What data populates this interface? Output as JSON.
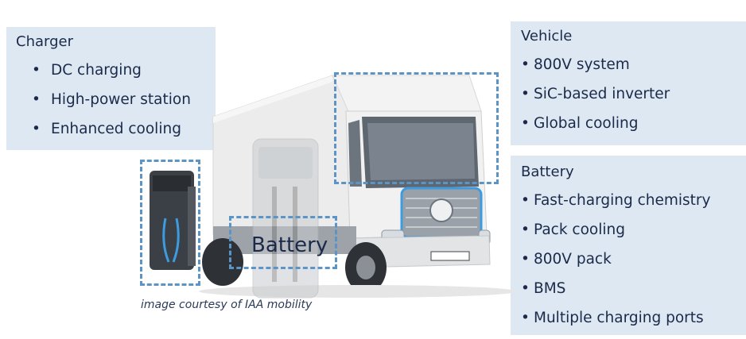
{
  "charger": {
    "title": "Charger",
    "items": [
      "DC charging",
      "High-power station",
      "Enhanced cooling"
    ]
  },
  "vehicle": {
    "title": "Vehicle",
    "items": [
      "800V system",
      "SiC-based inverter",
      "Global cooling"
    ]
  },
  "battery_panel": {
    "title": "Battery",
    "items": [
      "Fast-charging chemistry",
      "Pack cooling",
      "800V pack",
      "BMS",
      "Multiple charging ports"
    ]
  },
  "image": {
    "battery_label": "Battery",
    "caption": "image courtesy of IAA mobility"
  },
  "colors": {
    "panel_bg": "#dde8f2",
    "text": "#1b2a4a",
    "dash": "#5b95c7",
    "accent_blue": "#3d9be0"
  },
  "icons": [
    "truck-illustration",
    "charging-station-illustration"
  ]
}
